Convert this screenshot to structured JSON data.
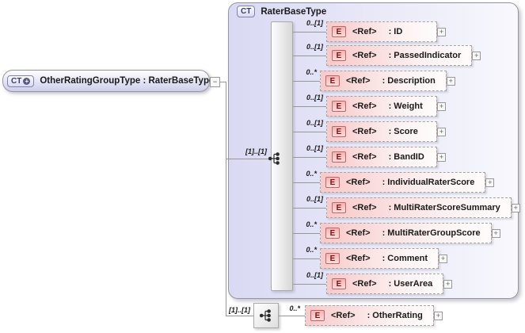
{
  "diagram": {
    "root": {
      "badge": "CT",
      "badge_plus": "+",
      "label": "OtherRatingGroupType : RaterBaseType",
      "collapse_glyph": "−"
    },
    "complex_type": {
      "badge": "CT",
      "title": "RaterBaseType"
    },
    "sequence": {
      "cardinality": "[1]..[1]"
    },
    "ref_label": "<Ref>",
    "name_prefix": ": ",
    "element_badge": "E",
    "expand_glyph": "+",
    "elements": [
      {
        "name": "ID",
        "cardinality": "0..[1]",
        "many": false
      },
      {
        "name": "PassedIndicator",
        "cardinality": "0..[1]",
        "many": false
      },
      {
        "name": "Description",
        "cardinality": "0..*",
        "many": true
      },
      {
        "name": "Weight",
        "cardinality": "0..[1]",
        "many": false
      },
      {
        "name": "Score",
        "cardinality": "0..[1]",
        "many": false
      },
      {
        "name": "BandID",
        "cardinality": "0..[1]",
        "many": false
      },
      {
        "name": "IndividualRaterScore",
        "cardinality": "0..*",
        "many": true
      },
      {
        "name": "MultiRaterScoreSummary",
        "cardinality": "0..[1]",
        "many": false
      },
      {
        "name": "MultiRaterGroupScore",
        "cardinality": "0..*",
        "many": true
      },
      {
        "name": "Comment",
        "cardinality": "0..*",
        "many": true
      },
      {
        "name": "UserArea",
        "cardinality": "0..[1]",
        "many": false
      }
    ],
    "extension": {
      "sequence_cardinality": "[1]..[1]",
      "element": {
        "name": "OtherRating",
        "cardinality": "0..*",
        "many": true
      }
    },
    "colors": {
      "line": "#979797",
      "text": "#1a1a1a",
      "ct_fill_left": "#d9d9f3",
      "ct_fill_right": "#f8f8fd",
      "root_fill_bottom": "#cdcdec",
      "elem_fill_left": "#f8c9c9",
      "e_border": "#c06666",
      "e_text": "#7d1212",
      "badge_text": "#3d3d70"
    }
  }
}
